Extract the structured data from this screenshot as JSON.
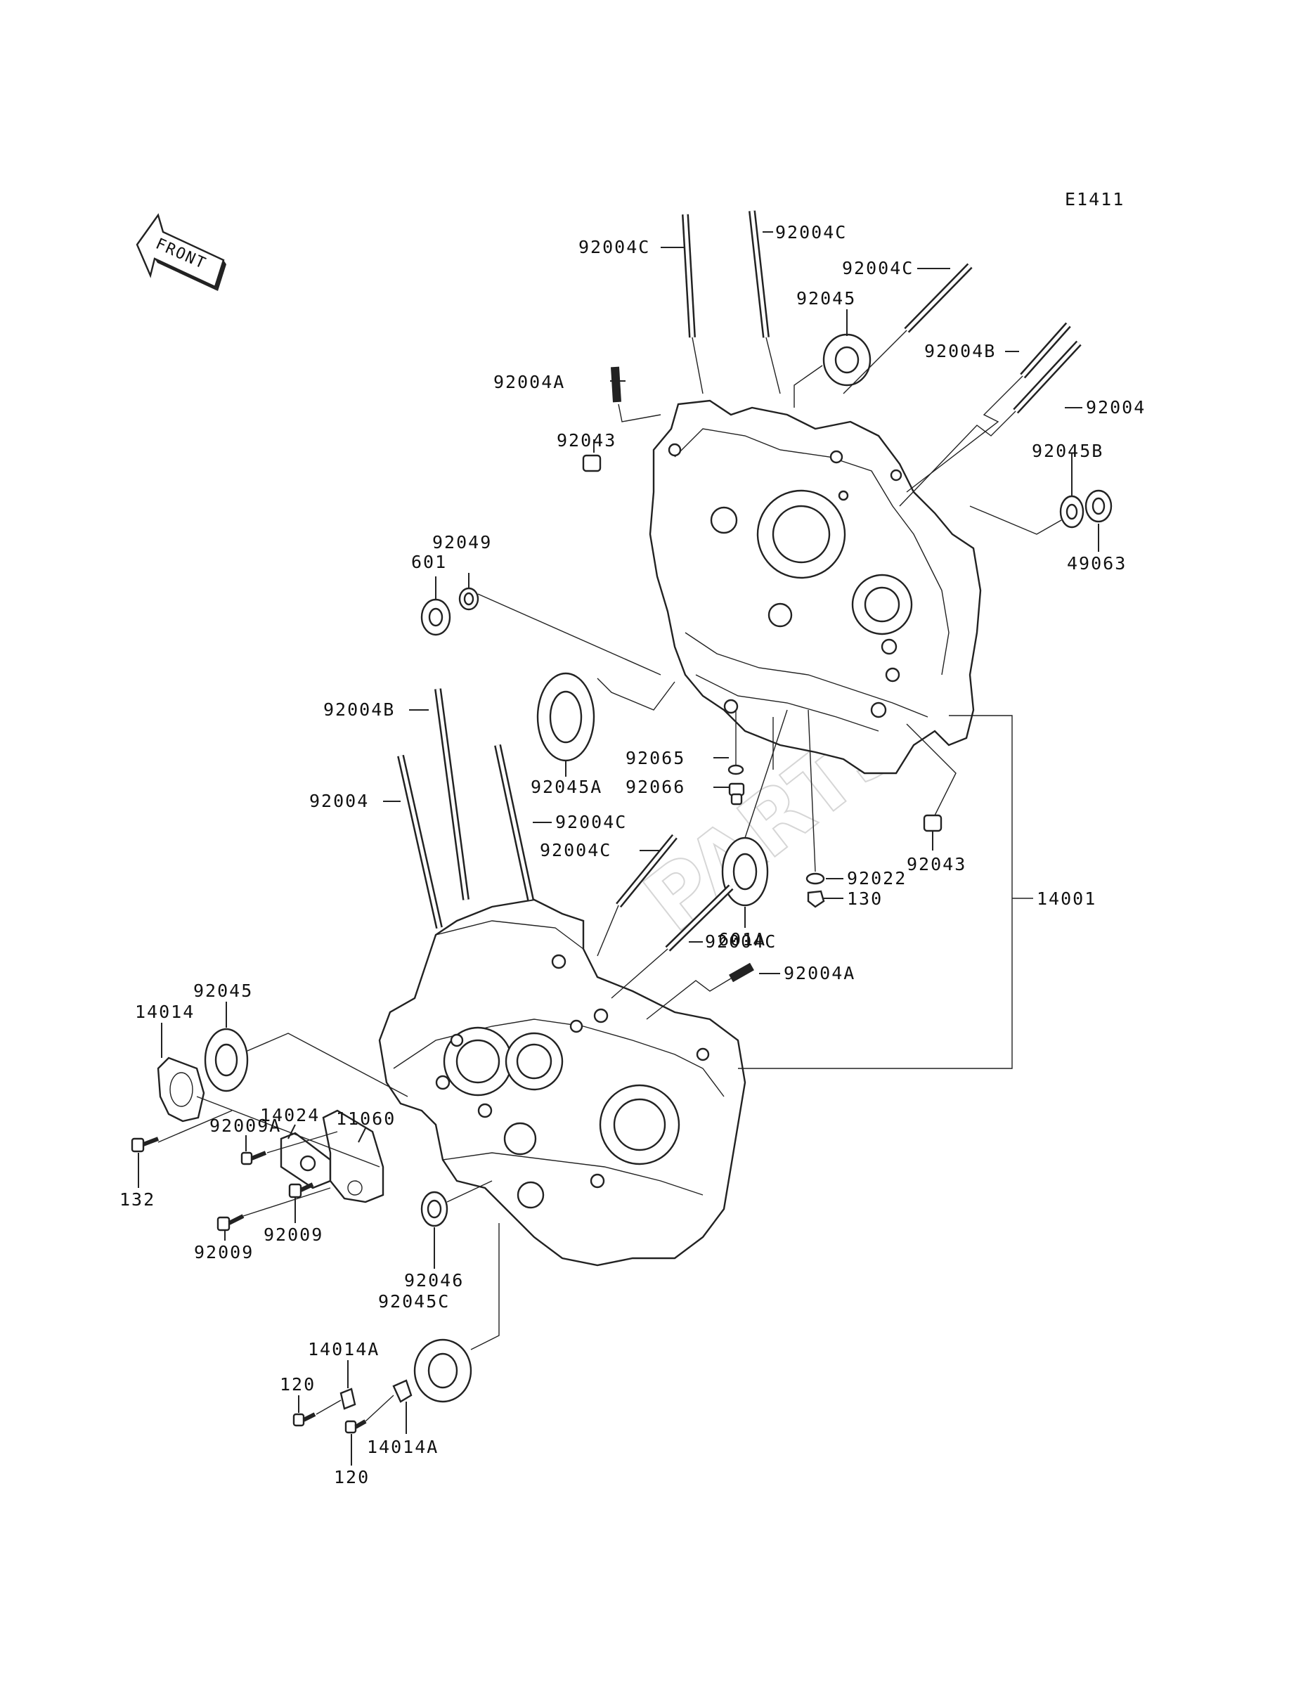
{
  "code": "E1411",
  "front_label": "FRONT",
  "watermark": "PARTS",
  "labels": {
    "p92004C_a": "92004C",
    "p92004C_b": "92004C",
    "p92004C_c": "92004C",
    "p92045_top": "92045",
    "p92004B_top": "92004B",
    "p92004_top": "92004",
    "p92004A_top": "92004A",
    "p92043_top": "92043",
    "p92045B": "92045B",
    "p49063": "49063",
    "p92049": "92049",
    "p601": "601",
    "p92004B_low": "92004B",
    "p92004_low": "92004",
    "p92045A": "92045A",
    "p92065": "92065",
    "p92066": "92066",
    "p92043_low": "92043",
    "p92004C_d": "92004C",
    "p92004C_e": "92004C",
    "p601A": "601A",
    "p92022": "92022",
    "p130": "130",
    "p14001": "14001",
    "p92004C_f": "92004C",
    "p92004A_low": "92004A",
    "p92045_low": "92045",
    "p14014": "14014",
    "p14024": "14024",
    "p11060": "11060",
    "p92009A": "92009A",
    "p132": "132",
    "p92009_a": "92009",
    "p92009_b": "92009",
    "p92046": "92046",
    "p92045C": "92045C",
    "p14014A_a": "14014A",
    "p14014A_b": "14014A",
    "p120_a": "120",
    "p120_b": "120"
  }
}
